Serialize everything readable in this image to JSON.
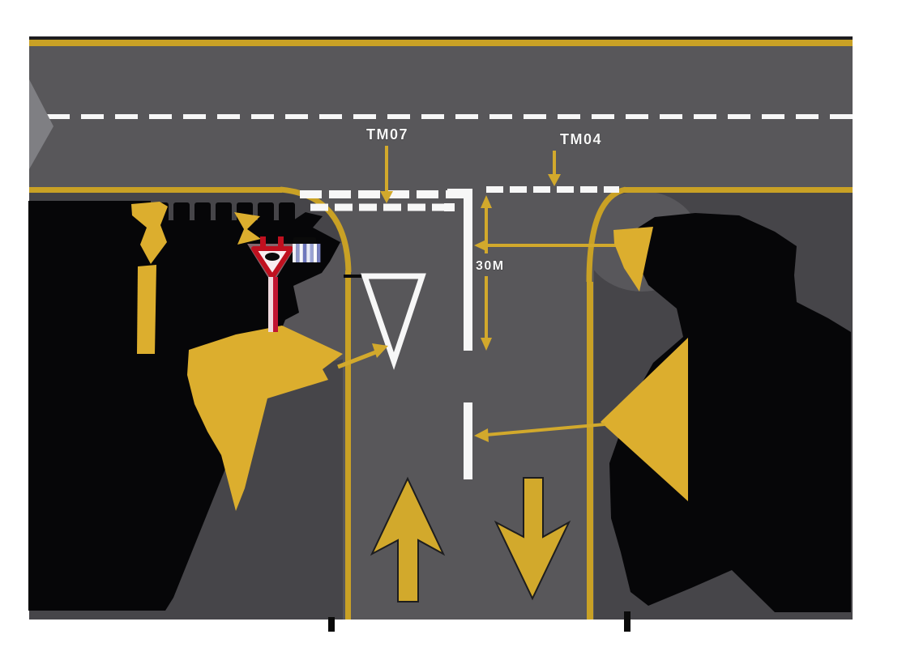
{
  "diagram": {
    "type": "road-junction-marking-diagram",
    "labels": {
      "tm07": "TM07",
      "tm04": "TM04",
      "distance": "30M"
    },
    "icons": {
      "give_way_sign": "give-way-sign-icon",
      "give_way_road_triangle": "give-way-triangle-marking",
      "straight_up_arrow": "straight-arrow-up-marking",
      "straight_down_arrow": "straight-arrow-down-marking",
      "dimension_arrow": "double-headed-dimension-arrow",
      "road_continues_chevron": "road-continuation-chevron"
    },
    "markings": {
      "tm07_meaning": "double broken give-way line across minor road",
      "tm04_meaning": "broken line across junction mouth",
      "solid_median": "solid white median line segments",
      "distance_shown": "30M"
    }
  },
  "colors": {
    "road": "#58575a",
    "shoulder": "#464549",
    "ink": "#060608",
    "yellow": "#c9a125",
    "marking_yellow": "#d2a92c",
    "patch_yellow": "#dcae2e",
    "white": "#f7f7f7",
    "edge_dark": "#1e1d20",
    "sign_red": "#c0101f",
    "pole_pink": "#f0d9de",
    "pole_red": "#c11430",
    "chevron_gray": "#7f7f83",
    "stripe_light": "#eef0fa",
    "stripe_blue": "#8f98cc"
  }
}
